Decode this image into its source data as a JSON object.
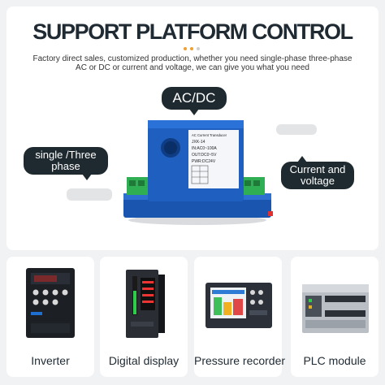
{
  "header": {
    "title": "SUPPORT PLATFORM CONTROL",
    "subtitle_line1": "Factory direct sales, customized production, whether you need single-phase three-phase",
    "subtitle_line2": "AC or DC or current and voltage, we can give you what you need",
    "dot_colors": [
      "#f0a030",
      "#f0a030",
      "#cfcfcf"
    ]
  },
  "bubbles": {
    "acdc": "AC/DC",
    "single_line1": "single /Three",
    "single_line2": "phase",
    "current_line1": "Current and",
    "current_line2": "voltage"
  },
  "device": {
    "label_line1": "AC Current Transducer",
    "label_line2": "JXK-14",
    "label_line3": "IN:AC0~100A",
    "label_line4": "OUT:DC0~5V",
    "label_line5": "PWR:DC24V",
    "color": "#1e5fc0"
  },
  "products": [
    {
      "label": "Inverter",
      "icon": "inverter-icon"
    },
    {
      "label": "Digital display",
      "icon": "digital-display-icon"
    },
    {
      "label": "Pressure recorder",
      "icon": "pressure-recorder-icon"
    },
    {
      "label": "PLC module",
      "icon": "plc-module-icon"
    }
  ]
}
